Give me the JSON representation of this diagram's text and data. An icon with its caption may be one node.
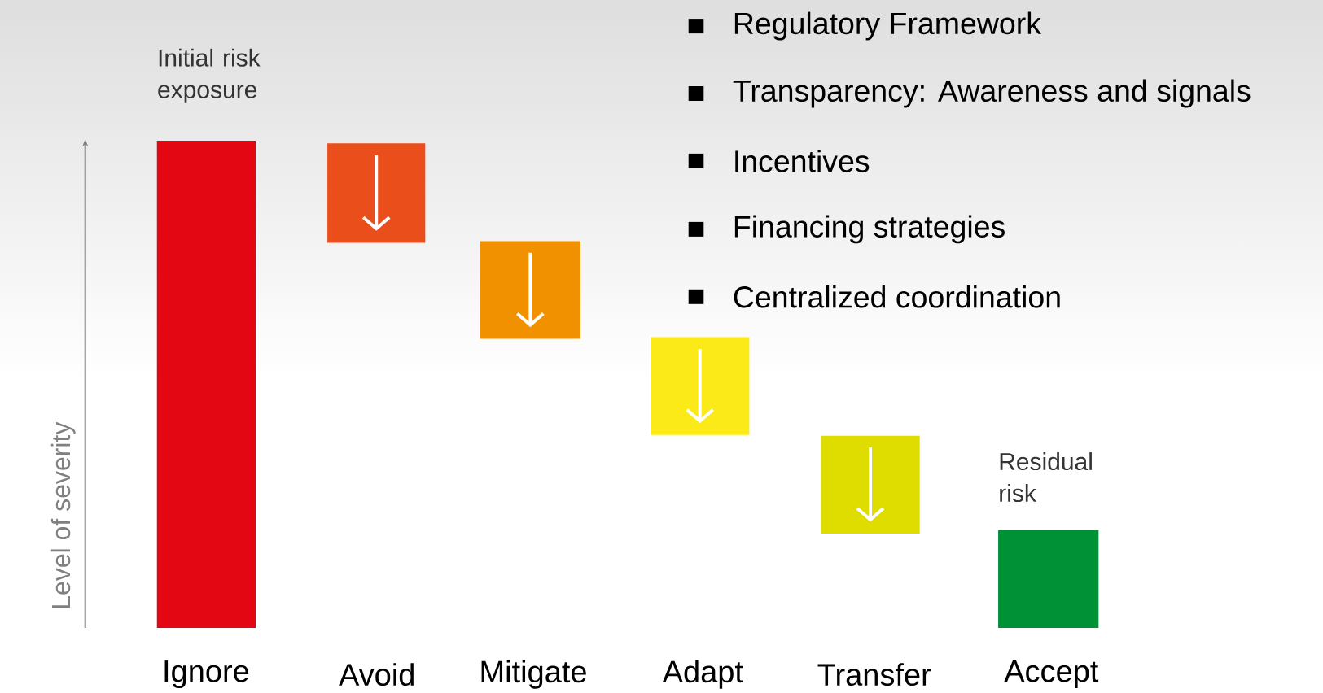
{
  "diagram": {
    "nodes": [
      {
        "text": [],
        "shape": "bar",
        "beside": [
          "Initial risk exposure"
        ]
      },
      {
        "text": [],
        "shape": "bar"
      },
      {
        "text": [],
        "shape": "bar"
      },
      {
        "text": [],
        "shape": "bar"
      },
      {
        "text": [],
        "shape": "bar"
      },
      {
        "text": [],
        "shape": "bar",
        "beside": [
          "Residual risk"
        ]
      }
    ],
    "labels": [
      "Regulatory Framework",
      "Transparency: Awareness and signals",
      "Incentives",
      "Financing strategies",
      "Centralized coordination",
      "Level of severity",
      "Ignore",
      "Avoid",
      "Mitigate",
      "Adapt",
      "Transfer",
      "Accept"
    ]
  }
}
